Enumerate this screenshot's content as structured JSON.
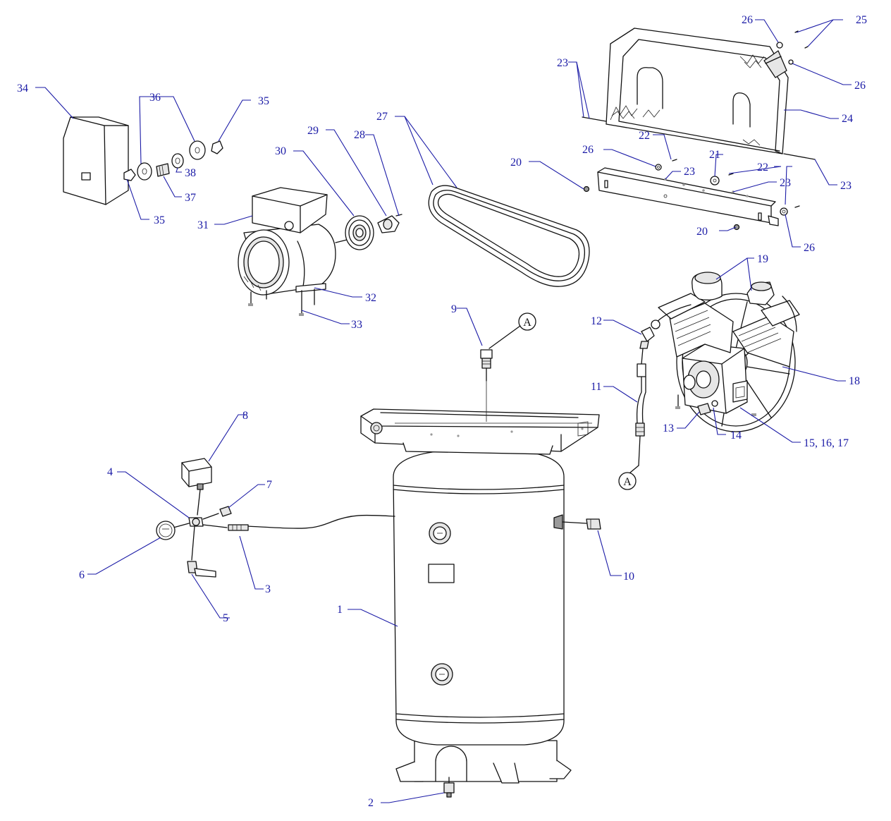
{
  "callouts": [
    {
      "id": "c1",
      "text": "1"
    },
    {
      "id": "c2",
      "text": "2"
    },
    {
      "id": "c3",
      "text": "3"
    },
    {
      "id": "c4",
      "text": "4"
    },
    {
      "id": "c5",
      "text": "5"
    },
    {
      "id": "c6",
      "text": "6"
    },
    {
      "id": "c7",
      "text": "7"
    },
    {
      "id": "c8",
      "text": "8"
    },
    {
      "id": "c9",
      "text": "9"
    },
    {
      "id": "c10",
      "text": "10"
    },
    {
      "id": "c11",
      "text": "11"
    },
    {
      "id": "c12",
      "text": "12"
    },
    {
      "id": "c13",
      "text": "13"
    },
    {
      "id": "c14",
      "text": "14"
    },
    {
      "id": "c15",
      "text": "15, 16, 17"
    },
    {
      "id": "c18",
      "text": "18"
    },
    {
      "id": "c19",
      "text": "19"
    },
    {
      "id": "c20a",
      "text": "20"
    },
    {
      "id": "c20b",
      "text": "20"
    },
    {
      "id": "c21",
      "text": "21"
    },
    {
      "id": "c22a",
      "text": "22"
    },
    {
      "id": "c22b",
      "text": "22"
    },
    {
      "id": "c23a",
      "text": "23"
    },
    {
      "id": "c23b",
      "text": "23"
    },
    {
      "id": "c23c",
      "text": "23"
    },
    {
      "id": "c23d",
      "text": "23"
    },
    {
      "id": "c24",
      "text": "24"
    },
    {
      "id": "c25",
      "text": "25"
    },
    {
      "id": "c26a",
      "text": "26"
    },
    {
      "id": "c26b",
      "text": "26"
    },
    {
      "id": "c26c",
      "text": "26"
    },
    {
      "id": "c26d",
      "text": "26"
    },
    {
      "id": "c27",
      "text": "27"
    },
    {
      "id": "c28",
      "text": "28"
    },
    {
      "id": "c29",
      "text": "29"
    },
    {
      "id": "c30",
      "text": "30"
    },
    {
      "id": "c31",
      "text": "31"
    },
    {
      "id": "c32",
      "text": "32"
    },
    {
      "id": "c33",
      "text": "33"
    },
    {
      "id": "c34",
      "text": "34"
    },
    {
      "id": "c35a",
      "text": "35"
    },
    {
      "id": "c35b",
      "text": "35"
    },
    {
      "id": "c36",
      "text": "36"
    },
    {
      "id": "c37",
      "text": "37"
    },
    {
      "id": "c38",
      "text": "38"
    }
  ],
  "connection_refs": [
    {
      "id": "refA1",
      "text": "A"
    },
    {
      "id": "refA2",
      "text": "A"
    }
  ],
  "colors": {
    "callout": "#1a1aa6",
    "line": "#111111"
  }
}
